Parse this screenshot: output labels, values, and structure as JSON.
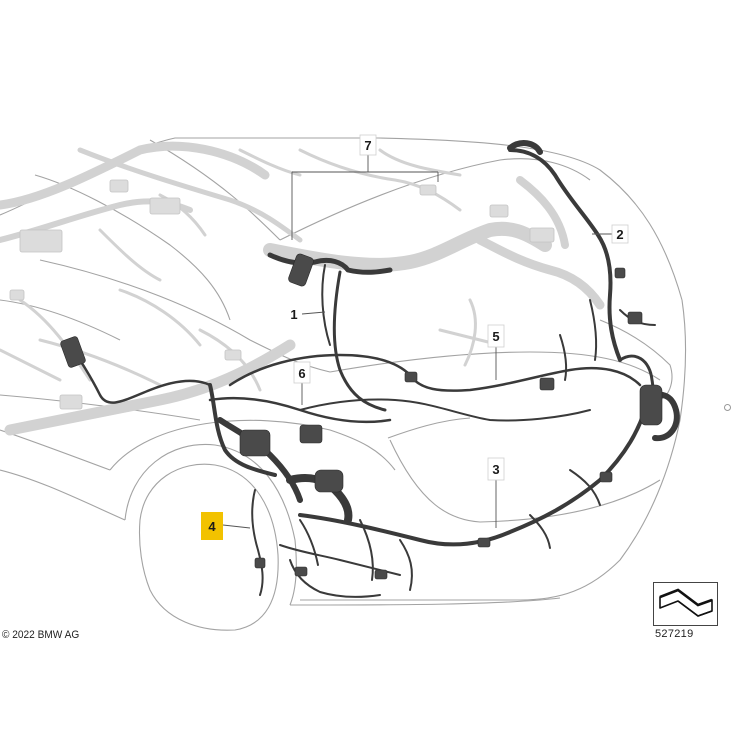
{
  "diagram": {
    "copyright": "© 2022 BMW AG",
    "reference_number": "527219",
    "callouts": [
      {
        "label": "1",
        "highlighted": false
      },
      {
        "label": "2",
        "highlighted": false
      },
      {
        "label": "3",
        "highlighted": false
      },
      {
        "label": "4",
        "highlighted": true
      },
      {
        "label": "5",
        "highlighted": false
      },
      {
        "label": "6",
        "highlighted": false
      },
      {
        "label": "7",
        "highlighted": false
      }
    ],
    "colors": {
      "highlight": "#f2c200",
      "outline": "#a0a0a0",
      "harness": "#3a3a3a",
      "ghost": "#d2d2d2"
    }
  }
}
